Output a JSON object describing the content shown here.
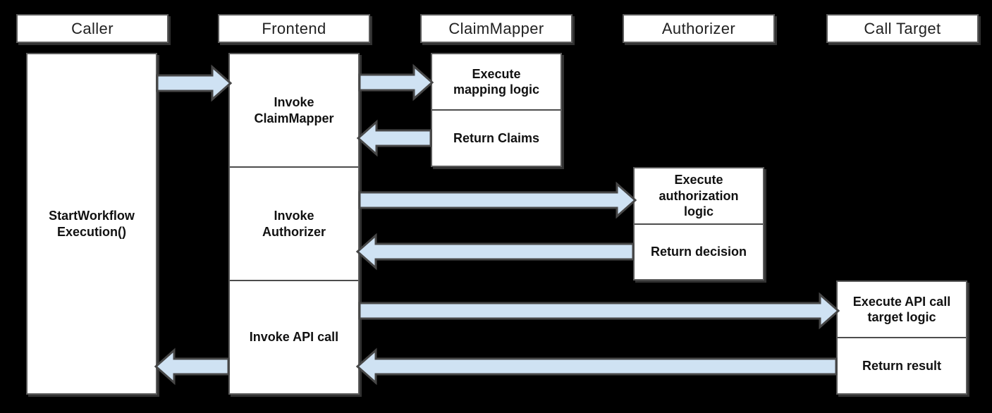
{
  "lifelines": [
    {
      "id": "caller",
      "label": "Caller"
    },
    {
      "id": "frontend",
      "label": "Frontend"
    },
    {
      "id": "claimmapper",
      "label": "ClaimMapper"
    },
    {
      "id": "authorizer",
      "label": "Authorizer"
    },
    {
      "id": "calltarget",
      "label": "Call Target"
    }
  ],
  "activations": {
    "caller": {
      "label": "StartWorkflow\nExecution()"
    },
    "frontend": [
      {
        "label": "Invoke\nClaimMapper"
      },
      {
        "label": "Invoke\nAuthorizer"
      },
      {
        "label": "Invoke API call"
      }
    ],
    "claimmapper": [
      {
        "label": "Execute\nmapping logic"
      },
      {
        "label": "Return Claims"
      }
    ],
    "authorizer": [
      {
        "label": "Execute\nauthorization\nlogic"
      },
      {
        "label": "Return decision"
      }
    ],
    "calltarget": [
      {
        "label": "Execute API call\ntarget logic"
      },
      {
        "label": "Return result"
      }
    ]
  },
  "messages": [
    {
      "from": "Caller",
      "to": "Frontend",
      "direction": "right"
    },
    {
      "from": "Frontend",
      "to": "ClaimMapper",
      "direction": "right"
    },
    {
      "from": "ClaimMapper",
      "to": "Frontend",
      "direction": "left"
    },
    {
      "from": "Frontend",
      "to": "Authorizer",
      "direction": "right"
    },
    {
      "from": "Authorizer",
      "to": "Frontend",
      "direction": "left"
    },
    {
      "from": "Frontend",
      "to": "Call Target",
      "direction": "right"
    },
    {
      "from": "Call Target",
      "to": "Frontend",
      "direction": "left"
    },
    {
      "from": "Frontend",
      "to": "Caller",
      "direction": "left"
    }
  ],
  "colors": {
    "background": "#000000",
    "box_fill": "#ffffff",
    "box_border": "#5b5b5b",
    "arrow_fill": "#cfe2f3",
    "arrow_stroke": "#474747",
    "text": "#111111",
    "header_text": "#212121"
  }
}
